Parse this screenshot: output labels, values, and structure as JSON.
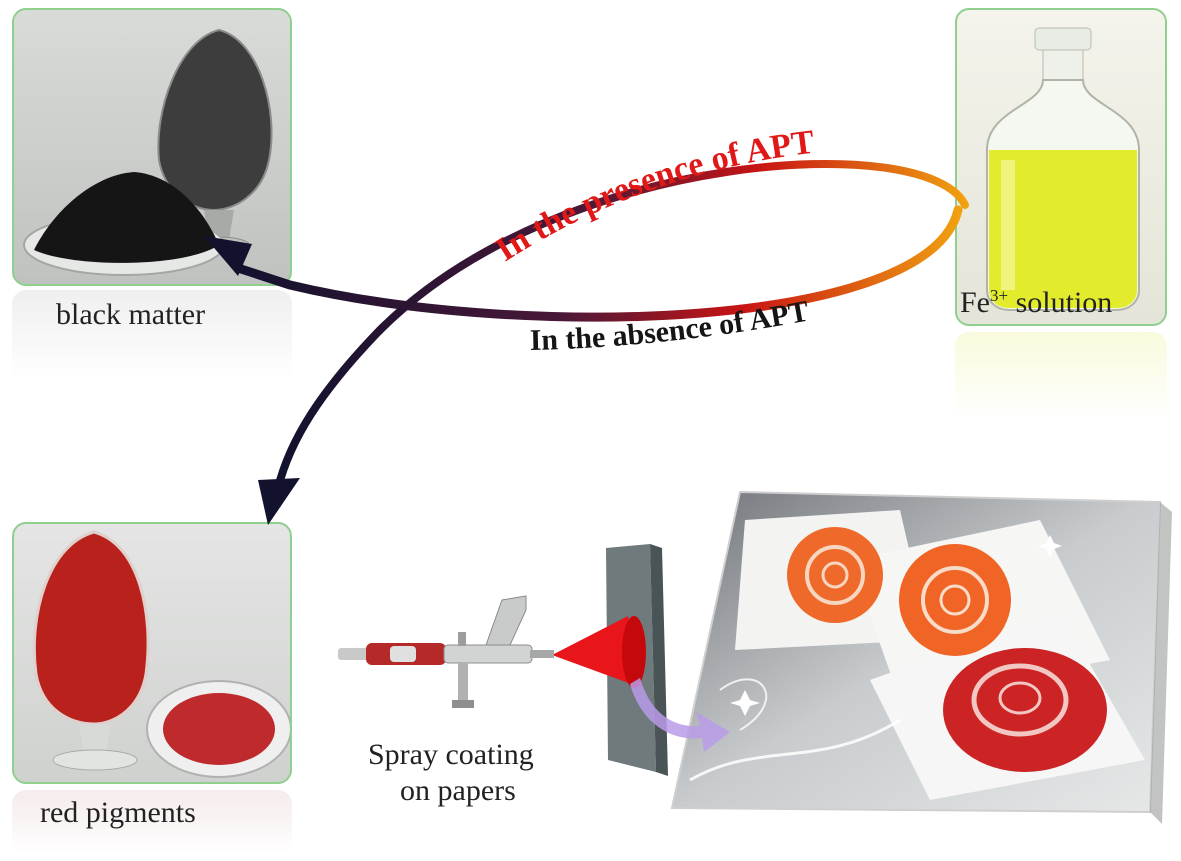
{
  "arrows": {
    "presence_label": "In the presence of  APT",
    "absence_label": "In the absence of APT"
  },
  "panels": {
    "black_matter": {
      "caption": "black matter"
    },
    "fe_solution": {
      "caption_prefix": "Fe",
      "caption_sup": "3+",
      "caption_suffix": " solution"
    },
    "red_pigments": {
      "caption": "red pigments"
    }
  },
  "spray": {
    "caption_line1": "Spray coating",
    "caption_line2": "on papers"
  },
  "colors": {
    "panel_border": "#8fd08f",
    "arrow_dark": "#12122e",
    "arrow_red": "#c81414",
    "arrow_orange": "#f0a010",
    "spray_red": "#e8161a",
    "pigment_red": "#b8211c",
    "solution_yellow": "#e3ec2c"
  }
}
